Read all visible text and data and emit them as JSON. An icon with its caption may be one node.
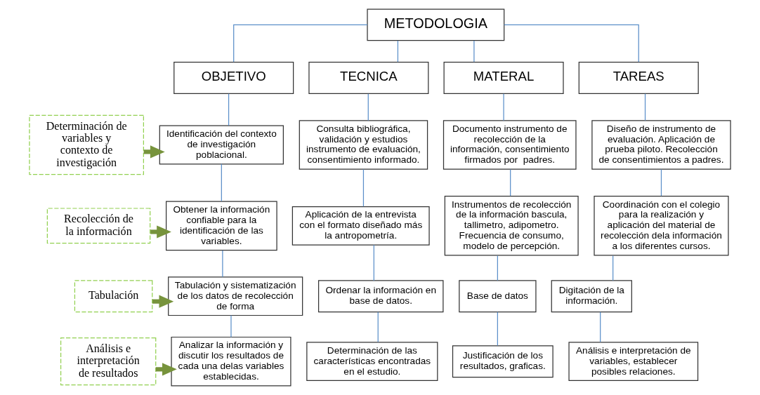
{
  "diagram": {
    "nodes": [
      {
        "text": [
          "METODOLOGIA"
        ]
      },
      {
        "text": [
          "OBJETIVO"
        ]
      },
      {
        "text": [
          "TECNICA"
        ]
      },
      {
        "text": [
          "MATERAL"
        ]
      },
      {
        "text": [
          "TAREAS"
        ]
      },
      {
        "text": [
          "Determinación de variables y contexto de investigación"
        ]
      },
      {
        "text": [
          "Identificación del contexto de investigación poblacional."
        ]
      },
      {
        "text": [
          "Consulta bibliográfica, validación y estudios instrumento de evaluación, consentimiento informado."
        ]
      },
      {
        "text": [
          "Documento instrumento de recolección de la información, consentimiento firmados por  padres."
        ]
      },
      {
        "text": [
          "Diseño de instrumento de evaluación. Aplicación de prueba piloto. Recolección de consentimientos a padres."
        ]
      },
      {
        "text": [
          "Recolección de la información"
        ]
      },
      {
        "text": [
          "Obtener la información confiable para la identificación de las variables."
        ]
      },
      {
        "text": [
          "Aplicación de la entrevista con el formato diseñado más la antropometría."
        ]
      },
      {
        "text": [
          "Instrumentos de recolección de la información bascula, tallimetro, adipometro. Frecuencia de consumo, modelo de percepción."
        ]
      },
      {
        "text": [
          "Coordinación con el colegio para la realización y aplicación del material de recolección dela información a los diferentes cursos."
        ]
      },
      {
        "text": [
          "Tabulación"
        ]
      },
      {
        "text": [
          "Tabulación y sistematización de los datos de recolección de forma"
        ]
      },
      {
        "text": [
          "Ordenar la información en base de datos."
        ]
      },
      {
        "text": [
          "Base de datos"
        ]
      },
      {
        "text": [
          "Digitación de la información."
        ]
      },
      {
        "text": [
          "Análisis e interpretación de resultados"
        ]
      },
      {
        "text": [
          "Analizar la información y discutir los resultados de cada una delas variables establecidas."
        ]
      },
      {
        "text": [
          "Determinación de las características encontradas en el estudio."
        ]
      },
      {
        "text": [
          "Justificación de los resultados, graficas."
        ]
      },
      {
        "text": [
          "Análisis e interpretación de variables, establecer posibles relaciones."
        ]
      }
    ],
    "edges": [
      {
        "from": 0,
        "to": 1,
        "arrow": "none"
      },
      {
        "from": 0,
        "to": 2,
        "arrow": "none"
      },
      {
        "from": 0,
        "to": 3,
        "arrow": "none"
      },
      {
        "from": 0,
        "to": 4,
        "arrow": "none"
      },
      {
        "from": 1,
        "to": 6,
        "arrow": "none"
      },
      {
        "from": 6,
        "to": 11,
        "arrow": "none"
      },
      {
        "from": 11,
        "to": 16,
        "arrow": "none"
      },
      {
        "from": 16,
        "to": 21,
        "arrow": "none"
      },
      {
        "from": 2,
        "to": 7,
        "arrow": "none"
      },
      {
        "from": 7,
        "to": 12,
        "arrow": "none"
      },
      {
        "from": 12,
        "to": 17,
        "arrow": "none"
      },
      {
        "from": 17,
        "to": 22,
        "arrow": "none"
      },
      {
        "from": 3,
        "to": 8,
        "arrow": "none"
      },
      {
        "from": 8,
        "to": 13,
        "arrow": "none"
      },
      {
        "from": 13,
        "to": 18,
        "arrow": "none"
      },
      {
        "from": 18,
        "to": 23,
        "arrow": "none"
      },
      {
        "from": 4,
        "to": 9,
        "arrow": "none"
      },
      {
        "from": 9,
        "to": 14,
        "arrow": "none"
      },
      {
        "from": 14,
        "to": 19,
        "arrow": "none"
      },
      {
        "from": 19,
        "to": 24,
        "arrow": "none"
      },
      {
        "from": 5,
        "to": 6,
        "arrow": "to",
        "style": "thick",
        "color": "#77933c"
      },
      {
        "from": 10,
        "to": 11,
        "arrow": "to",
        "style": "thick",
        "color": "#77933c"
      },
      {
        "from": 15,
        "to": 16,
        "arrow": "to",
        "style": "thick",
        "color": "#77933c"
      },
      {
        "from": 20,
        "to": 21,
        "arrow": "to",
        "style": "thick",
        "color": "#77933c"
      }
    ]
  }
}
